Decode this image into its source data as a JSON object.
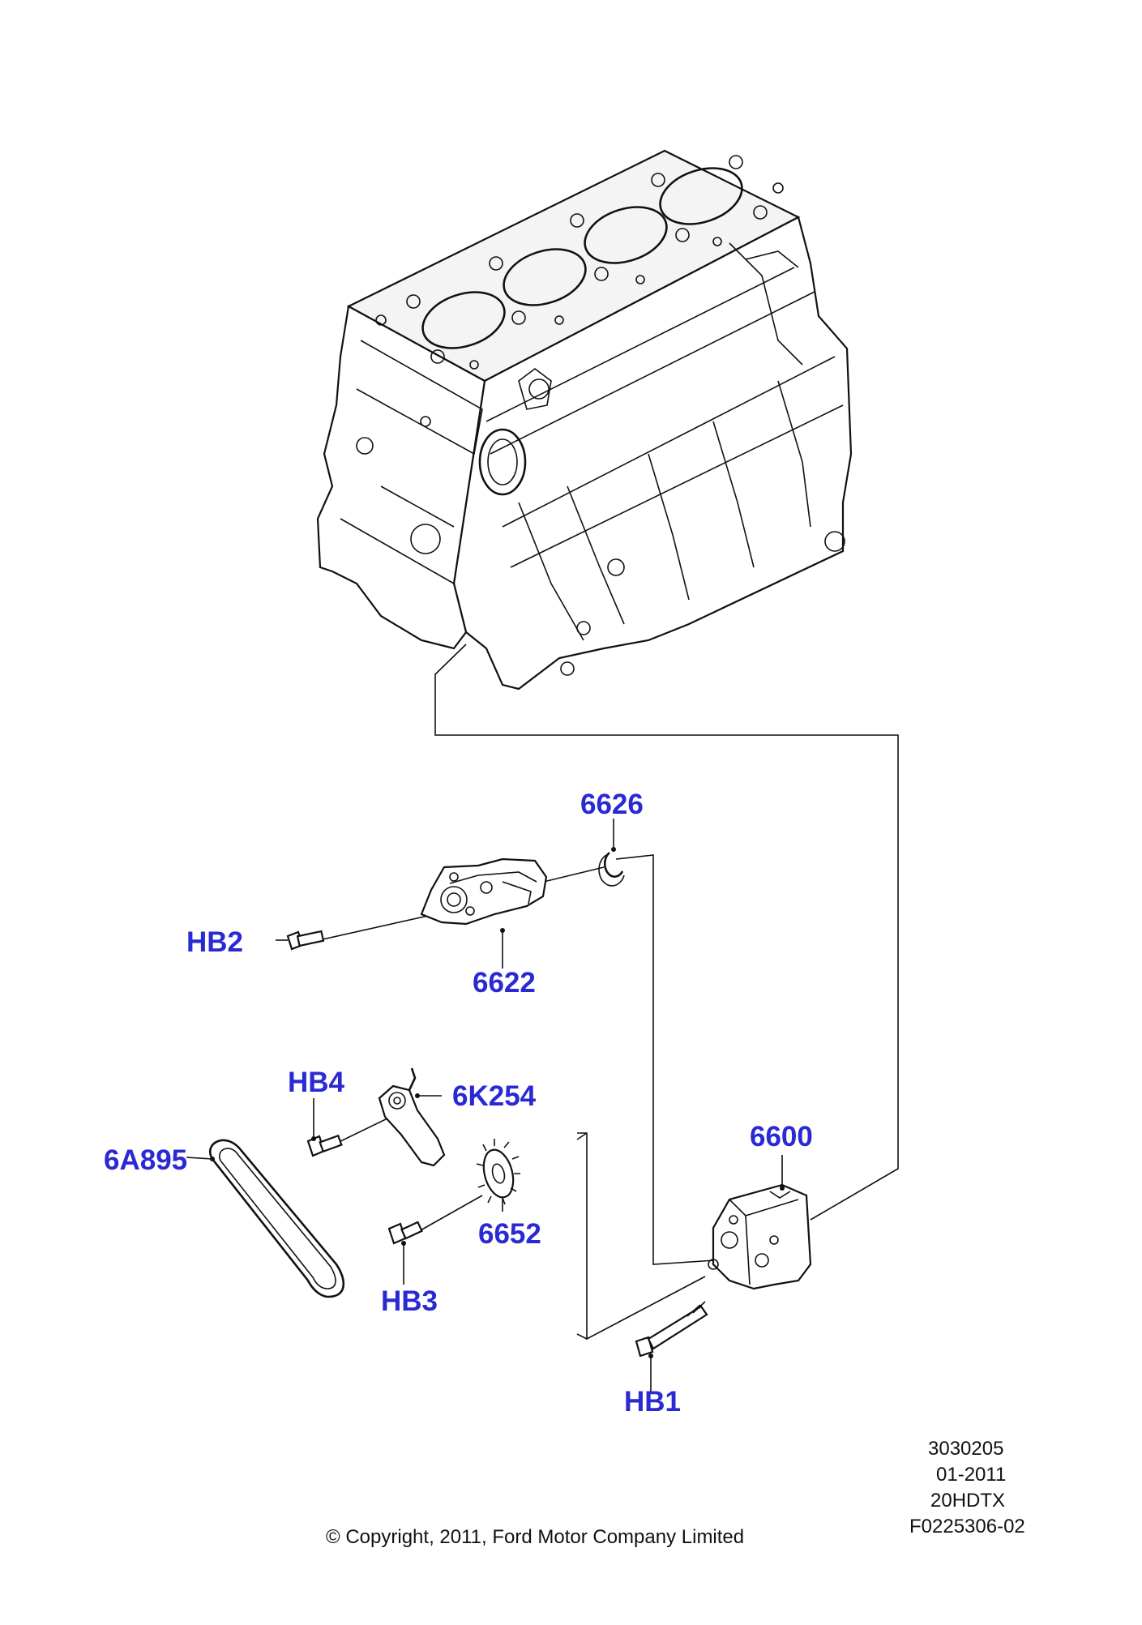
{
  "diagram": {
    "callouts": {
      "p6626": "6626",
      "hb2": "HB2",
      "p6622": "6622",
      "hb4": "HB4",
      "p6k254": "6K254",
      "p6a895": "6A895",
      "p6600": "6600",
      "p6652": "6652",
      "hb3": "HB3",
      "hb1": "HB1"
    },
    "reference": {
      "code": "3030205",
      "date": "01-2011",
      "engine": "20HDTX",
      "figure": "F0225306-02"
    },
    "copyright": "© Copyright, 2011, Ford Motor Company Limited"
  }
}
